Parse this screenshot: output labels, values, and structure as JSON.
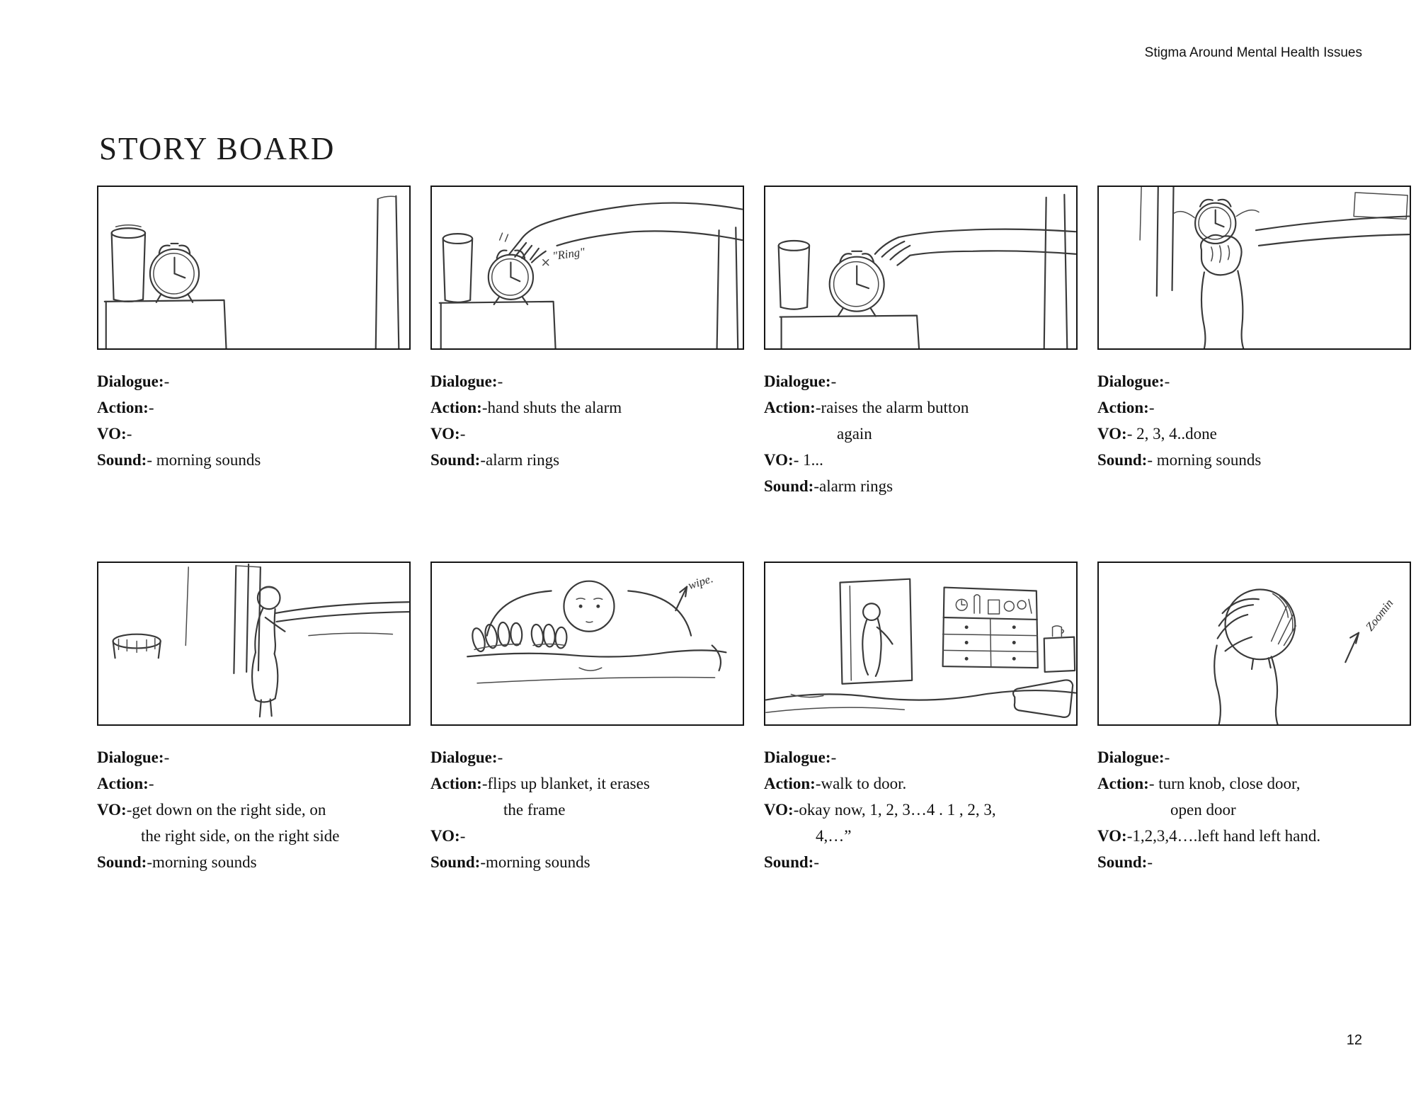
{
  "document": {
    "header": "Stigma Around Mental Health Issues",
    "title": "STORY BOARD",
    "page_number": "12"
  },
  "colors": {
    "background": "#ffffff",
    "text": "#111111",
    "sketch_ink": "#3a3a3a"
  },
  "panels": [
    {
      "sketch": "alarm-clock-on-nightstand",
      "lines": [
        {
          "label": "Dialogue:",
          "value": "-"
        },
        {
          "label": "Action:",
          "value": "-"
        },
        {
          "label": "VO:",
          "value": "-"
        },
        {
          "label": "Sound:",
          "value": "- morning sounds"
        }
      ]
    },
    {
      "sketch": "hand-reaching-to-shut-alarm",
      "annotation": "\"Ring\"",
      "lines": [
        {
          "label": "Dialogue:",
          "value": "-"
        },
        {
          "label": "Action:",
          "value": "-hand shuts the alarm"
        },
        {
          "label": "VO:",
          "value": "-"
        },
        {
          "label": "Sound:",
          "value": "-alarm rings"
        }
      ]
    },
    {
      "sketch": "hand-raising-alarm-button",
      "lines": [
        {
          "label": "Dialogue:",
          "value": "-"
        },
        {
          "label": "Action:",
          "value": "-raises the alarm button\nagain"
        },
        {
          "label": "VO:",
          "value": "- 1..."
        },
        {
          "label": "Sound:",
          "value": "-alarm rings"
        }
      ]
    },
    {
      "sketch": "hand-gripping-alarm-clock",
      "lines": [
        {
          "label": "Dialogue:",
          "value": "-"
        },
        {
          "label": "Action:",
          "value": "-"
        },
        {
          "label": "VO:",
          "value": "- 2, 3, 4..done"
        },
        {
          "label": "Sound:",
          "value": "- morning sounds"
        }
      ]
    },
    {
      "sketch": "figure-getting-down-from-bed",
      "lines": [
        {
          "label": "Dialogue:",
          "value": "-"
        },
        {
          "label": "Action:",
          "value": "-"
        },
        {
          "label": "VO:",
          "value": "-get down on the right side, on\nthe right side, on the right side"
        },
        {
          "label": "Sound:",
          "value": "-morning sounds"
        }
      ]
    },
    {
      "sketch": "person-in-bed-flipping-blanket",
      "annotation": "wipe.",
      "lines": [
        {
          "label": "Dialogue:",
          "value": "-"
        },
        {
          "label": "Action:",
          "value": "-flips up blanket, it erases\nthe frame"
        },
        {
          "label": "VO:",
          "value": "-"
        },
        {
          "label": "Sound:",
          "value": "-morning sounds"
        }
      ]
    },
    {
      "sketch": "person-walking-to-door",
      "lines": [
        {
          "label": "Dialogue:",
          "value": "-"
        },
        {
          "label": "Action:",
          "value": "-walk to door."
        },
        {
          "label": "VO:",
          "value": "-okay now, 1, 2, 3…4 . 1 , 2, 3,\n4,…”"
        },
        {
          "label": "Sound:",
          "value": "-"
        }
      ]
    },
    {
      "sketch": "hand-turning-doorknob",
      "annotation": "Zoomin",
      "lines": [
        {
          "label": "Dialogue:",
          "value": "-"
        },
        {
          "label": "Action:",
          "value": "- turn knob, close door,\nopen door"
        },
        {
          "label": "VO:",
          "value": "-1,2,3,4….left hand left hand."
        },
        {
          "label": "Sound:",
          "value": "-"
        }
      ]
    }
  ]
}
